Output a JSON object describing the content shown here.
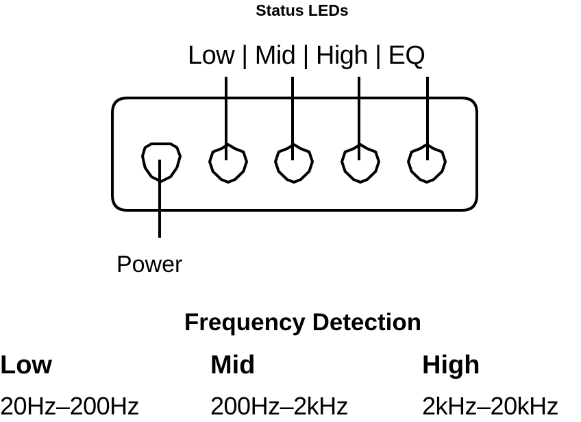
{
  "status_leds": {
    "title": "Status LEDs",
    "indicator_labels": "Low | Mid | High | EQ",
    "power_label": "Power"
  },
  "frequency_detection": {
    "title": "Frequency Detection",
    "bands": [
      {
        "name": "Low",
        "range": "20Hz–200Hz"
      },
      {
        "name": "Mid",
        "range": "200Hz–2kHz"
      },
      {
        "name": "High",
        "range": "2kHz–20kHz"
      }
    ]
  },
  "colors": {
    "line": "#000000",
    "background": "#ffffff"
  }
}
